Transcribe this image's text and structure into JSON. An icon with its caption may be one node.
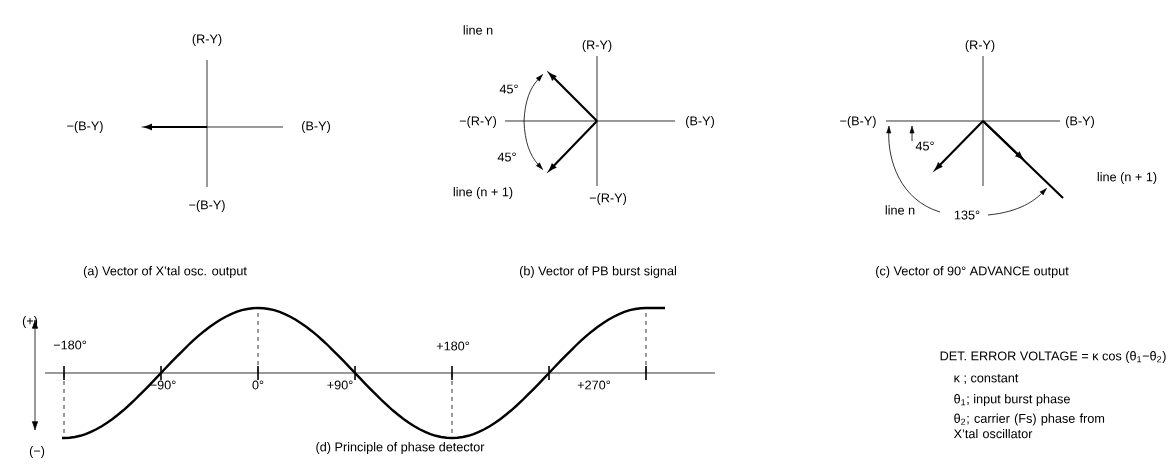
{
  "diagram": {
    "labels": [
      "(R-Y)",
      "−(B-Y)",
      "(B-Y)",
      "−(B-Y)",
      "line  n",
      "(R-Y)",
      "45°",
      "−(R-Y)",
      "(B-Y)",
      "45°",
      "line (n + 1)",
      "−(R-Y)",
      "(R-Y)",
      "−(B-Y)",
      "(B-Y)",
      "45°",
      "line (n + 1)",
      "line  n",
      "135°",
      "(a) Vector of X’tal osc. output",
      "(b) Vector of PB burst signal",
      "(c) Vector of 90° ADVANCE output",
      "(+)",
      "−180°",
      "+180°",
      "−90°",
      "0°",
      "+90°",
      "+270°",
      "(−)",
      "(d) Principle of phase detector",
      "DET. ERROR VOLTAGE = κ cos (θ$_{1}$−θ$_{2}$)",
      "κ ; constant",
      "θ$_{1}$; input burst phase",
      "θ$_{2}$; carrier (Fs) phase from X’tal oscillator"
    ]
  }
}
